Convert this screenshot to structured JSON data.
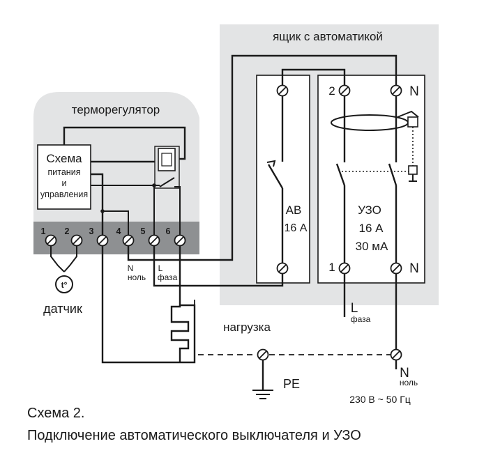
{
  "automation_box": {
    "title": "ящик с автоматикой"
  },
  "thermostat": {
    "title": "терморегулятор",
    "circuit_line1": "Схема",
    "circuit_line2": "питания",
    "circuit_line3": "и",
    "circuit_line4": "управления",
    "terminals": [
      "1",
      "2",
      "3",
      "4",
      "5",
      "6"
    ],
    "n_label": "N",
    "n_sub": "ноль",
    "l_label": "L",
    "l_sub": "фаза"
  },
  "sensor": {
    "symbol": "t°",
    "label": "датчик"
  },
  "breaker": {
    "name": "АВ",
    "rating": "16 А"
  },
  "rcd": {
    "name": "УЗО",
    "rating": "16 А",
    "leakage": "30 мА",
    "term_top_left": "2",
    "term_top_right": "N",
    "term_bottom_left": "1",
    "term_bottom_right": "N"
  },
  "supply": {
    "l_label": "L",
    "l_sub": "фаза",
    "n_label": "N",
    "n_sub": "ноль",
    "voltage": "230 В ~ 50 Гц"
  },
  "load": {
    "label": "нагрузка"
  },
  "ground": {
    "label": "PE"
  },
  "caption": {
    "line1": "Схема 2.",
    "line2": "Подключение автоматического выключателя и УЗО"
  }
}
